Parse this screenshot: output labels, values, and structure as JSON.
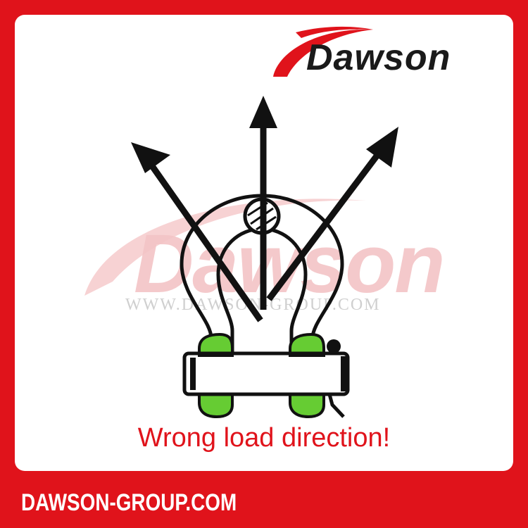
{
  "brand": {
    "name": "Dawson",
    "accent_color": "#e0131b"
  },
  "watermark": {
    "brand_text": "Dawson",
    "url_text": "WWW.DAWSON-GROUP.COM"
  },
  "caption": "Wrong load direction!",
  "footer": {
    "url": "DAWSON-GROUP.COM"
  },
  "illustration": {
    "subject": "shackle-icon",
    "pin_color": "#66cc33",
    "arrow_count": 3
  }
}
